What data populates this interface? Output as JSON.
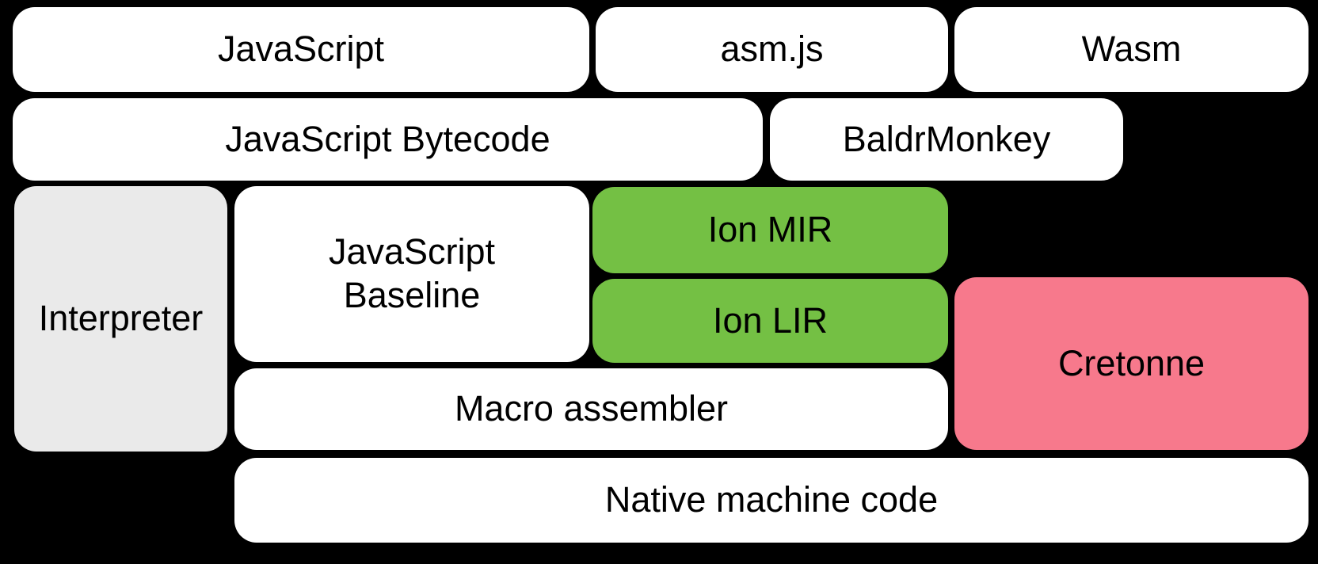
{
  "diagram": {
    "background_color": "#000000",
    "text_color": "#000000",
    "colors": {
      "default_box": "#ffffff",
      "interpreter_box": "#eaeaea",
      "ion_box": "#74c044",
      "cretonne_box": "#f7798c"
    },
    "boxes": {
      "javascript": {
        "label": "JavaScript",
        "color": "#ffffff"
      },
      "asmjs": {
        "label": "asm.js",
        "color": "#ffffff"
      },
      "wasm": {
        "label": "Wasm",
        "color": "#ffffff"
      },
      "javascript_bytecode": {
        "label": "JavaScript Bytecode",
        "color": "#ffffff"
      },
      "baldrmonkey": {
        "label": "BaldrMonkey",
        "color": "#ffffff"
      },
      "interpreter": {
        "label": "Interpreter",
        "color": "#eaeaea"
      },
      "javascript_baseline": {
        "label": "JavaScript\nBaseline",
        "color": "#ffffff"
      },
      "ion_mir": {
        "label": "Ion MIR",
        "color": "#74c044"
      },
      "ion_lir": {
        "label": "Ion LIR",
        "color": "#74c044"
      },
      "cretonne": {
        "label": "Cretonne",
        "color": "#f7798c"
      },
      "macro_assembler": {
        "label": "Macro assembler",
        "color": "#ffffff"
      },
      "native_machine_code": {
        "label": "Native machine code",
        "color": "#ffffff"
      }
    }
  }
}
